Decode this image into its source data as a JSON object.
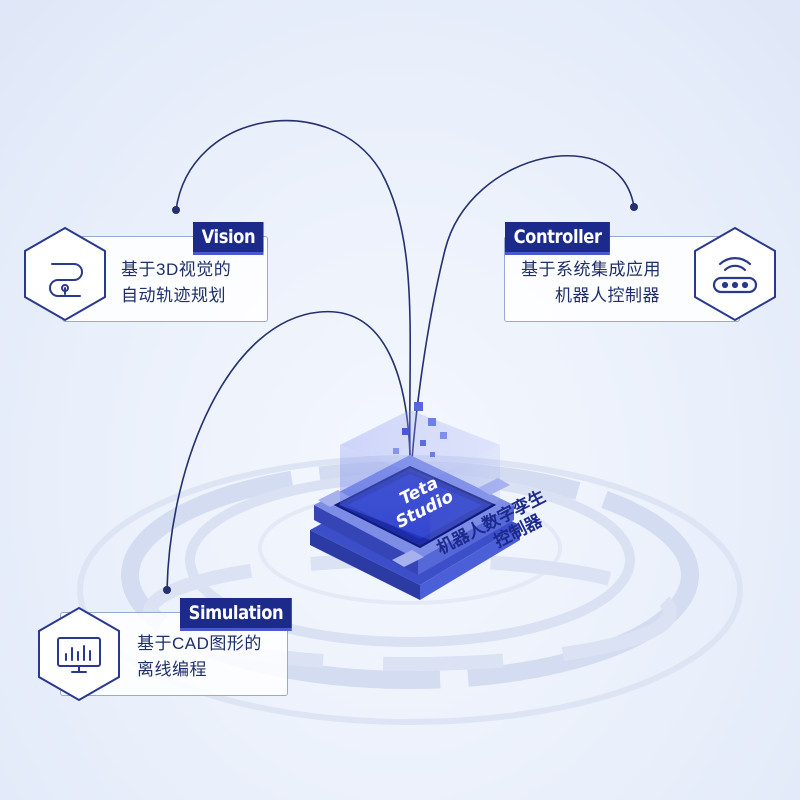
{
  "vision": {
    "tag": "Vision",
    "line1": "基于3D视觉的",
    "line2": "自动轨迹规划",
    "icon": "path-pin-icon"
  },
  "controller": {
    "tag": "Controller",
    "line1": "基于系统集成应用",
    "line2": "机器人控制器",
    "icon": "wifi-router-icon"
  },
  "simulation": {
    "tag": "Simulation",
    "line1": "基于CAD图形的",
    "line2": "离线编程",
    "icon": "monitor-chart-icon"
  },
  "chip": {
    "line1": "Teta",
    "line2": "Studio",
    "caption1": "机器人数字孪生",
    "caption2": "控制器"
  },
  "colors": {
    "navy": "#1c2a8c",
    "accent": "#3d4fd6",
    "line": "#24306f",
    "ring": "#d7dff0"
  }
}
